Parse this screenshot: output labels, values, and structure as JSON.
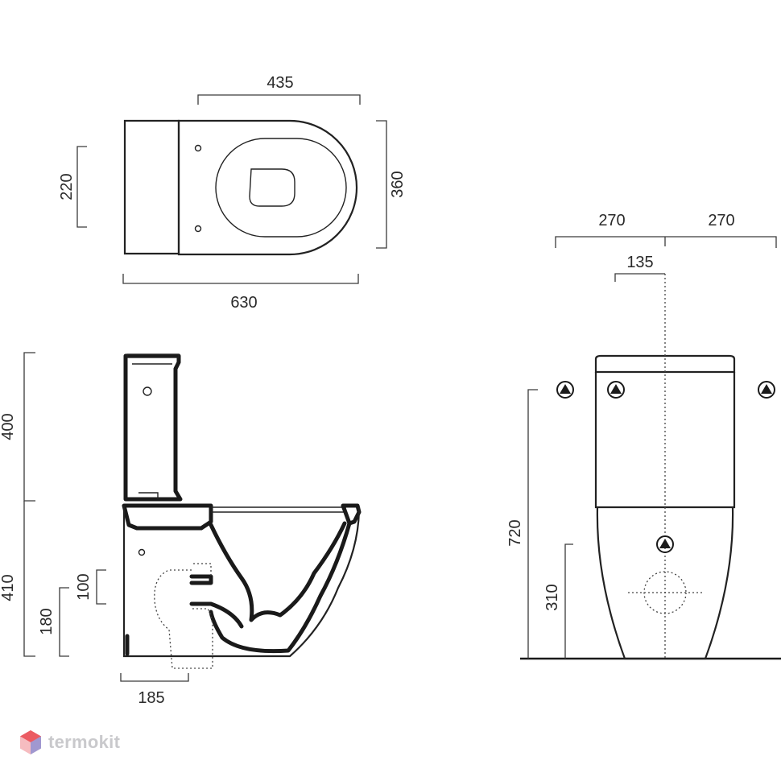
{
  "dimensions": {
    "top_seat_length": "435",
    "top_seat_depth": "220",
    "top_width": "360",
    "top_length": "630",
    "front_half_left": "270",
    "front_half_right": "270",
    "front_inlet_offset": "135",
    "front_height": "720",
    "front_outlet_height": "310",
    "side_tank_height": "400",
    "side_bowl_height": "410",
    "side_outlet_size": "100",
    "side_outlet_height": "180",
    "side_outlet_offset": "185"
  },
  "watermark": {
    "text": "termokit",
    "icon": "hexagon-logo-icon",
    "color": "#c9c9cc",
    "logo_colors": [
      "#e8424a",
      "#5b8def"
    ]
  }
}
